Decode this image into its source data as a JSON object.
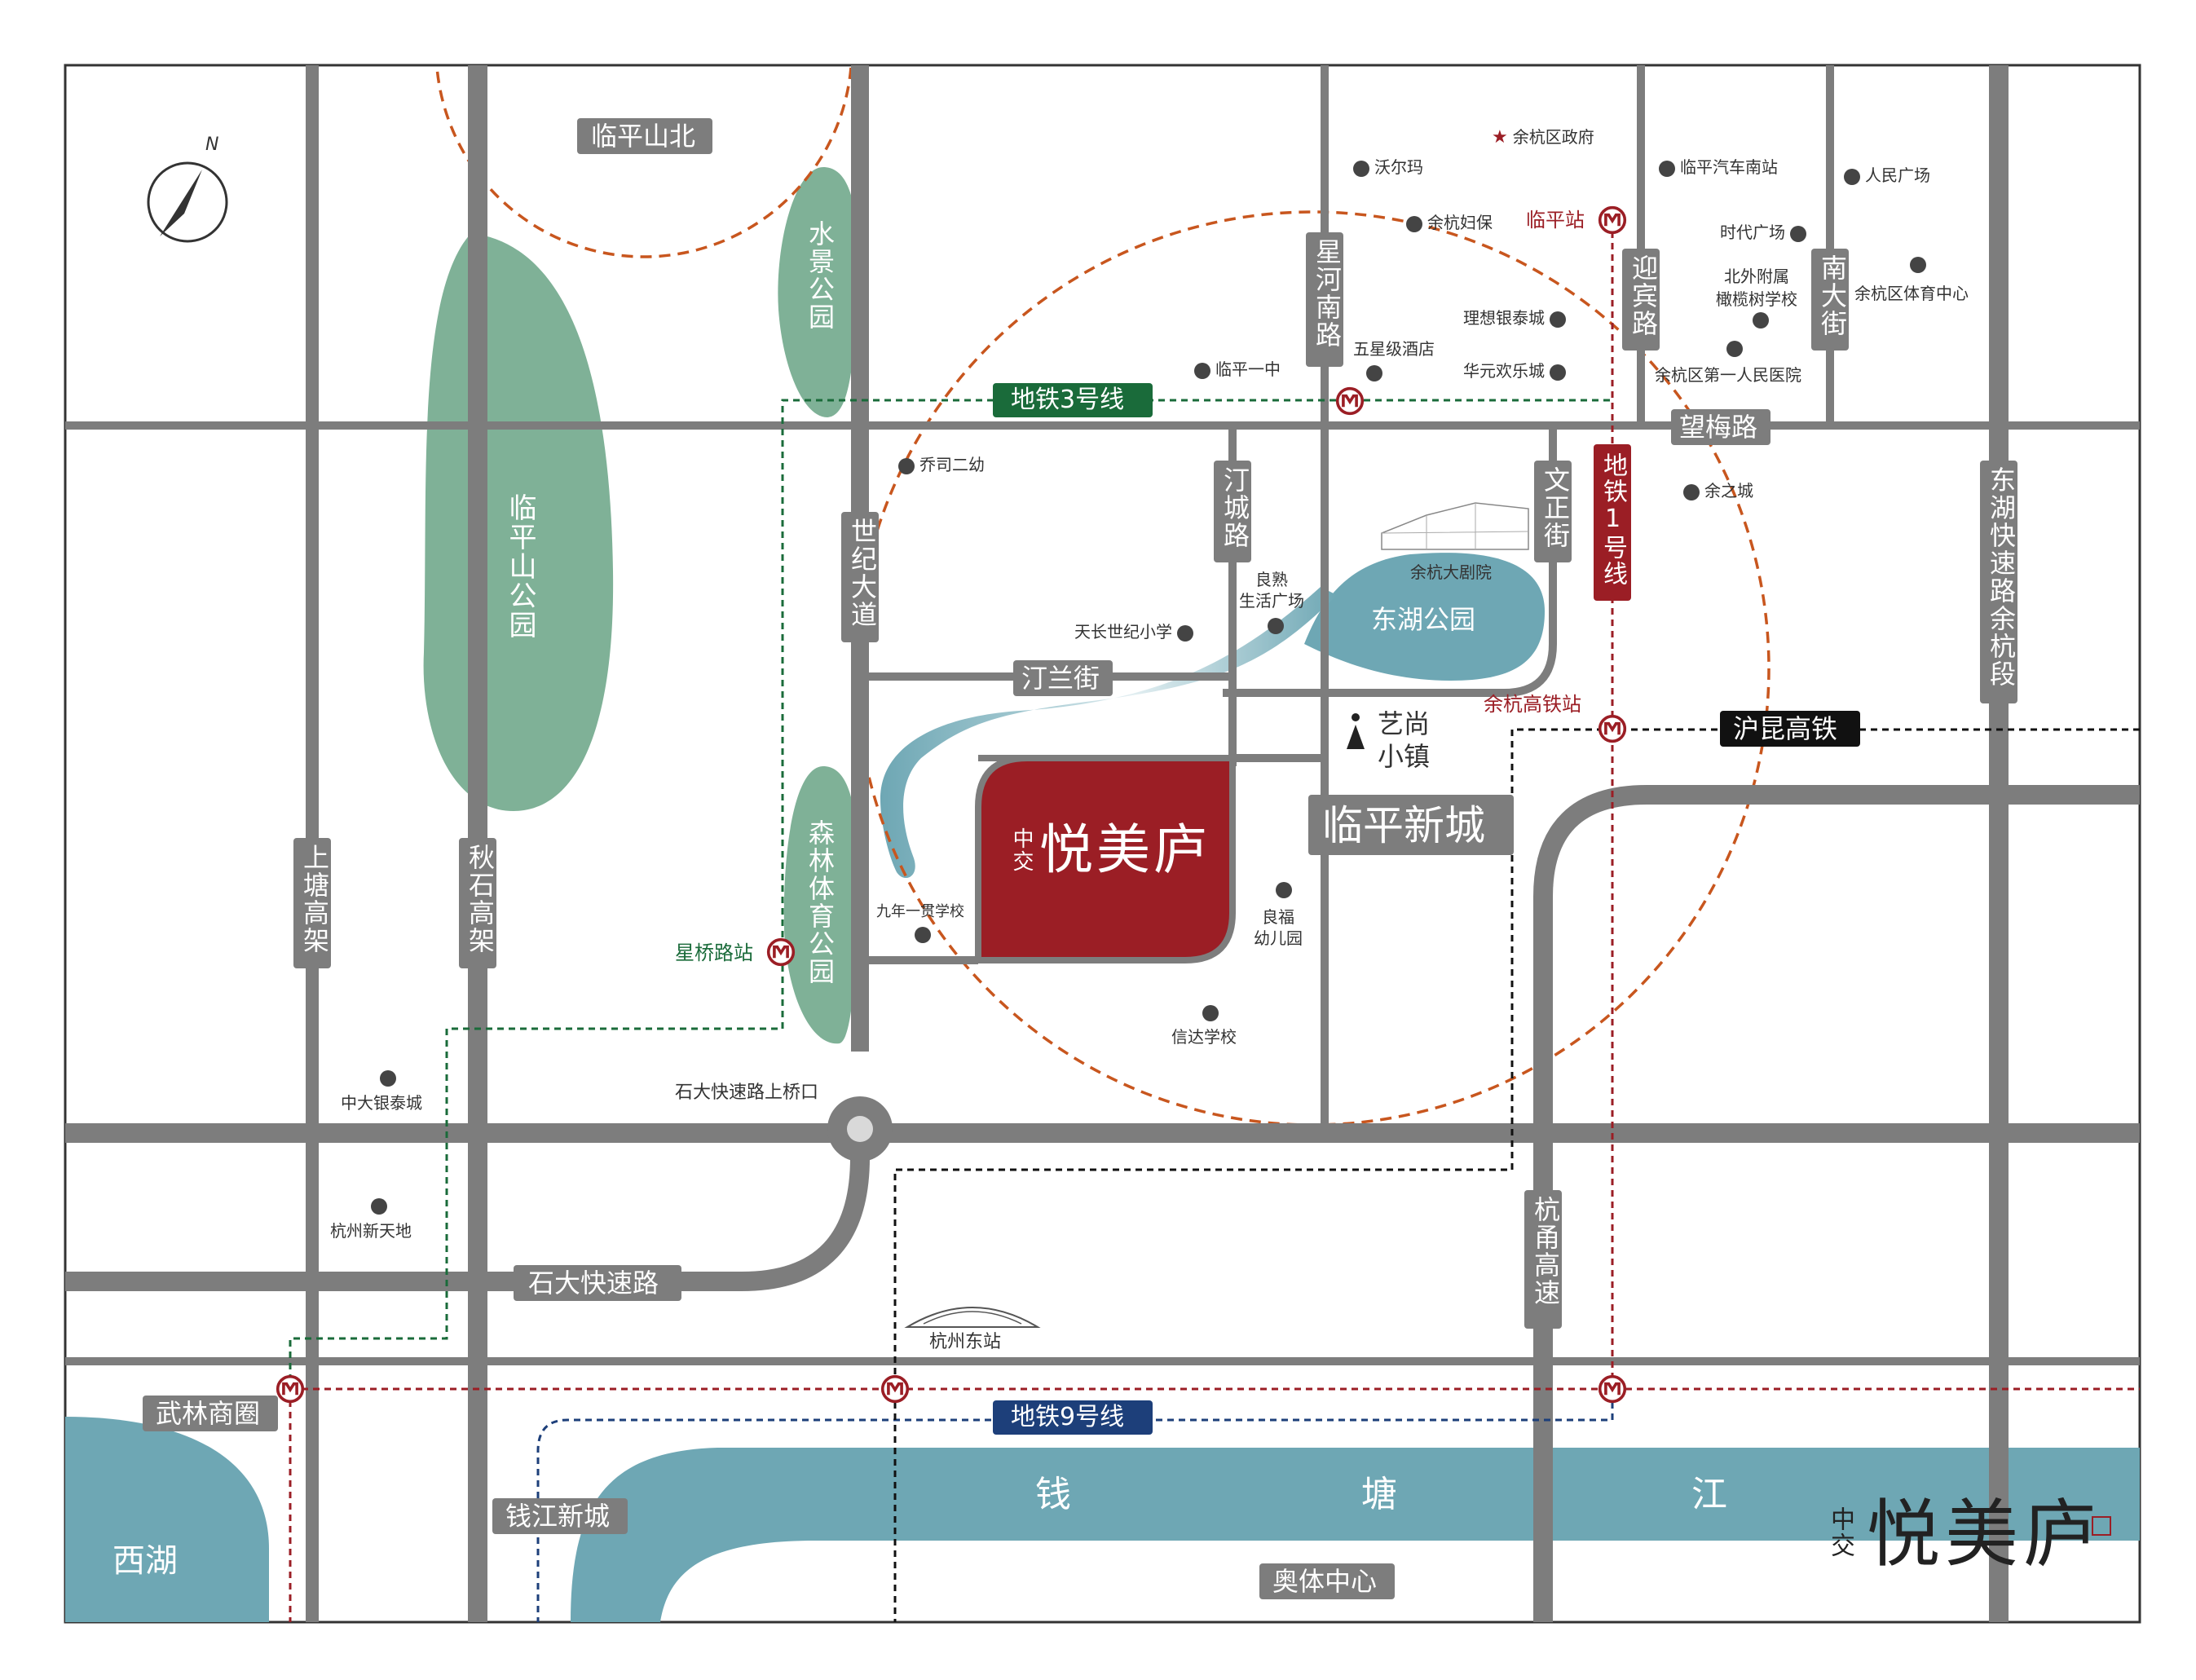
{
  "compass": {
    "north": "N"
  },
  "roads": {
    "shangtang": "上塘高架",
    "qiushi": "秋石高架",
    "shiji": "世纪大道",
    "xinghe": "星河南路",
    "yingbin": "迎宾路",
    "nanda": "南大街",
    "wangmei": "望梅路",
    "tingcheng": "汀城路",
    "wenzheng": "文正街",
    "tinglan": "汀兰街",
    "donghu_express": "东湖快速路余杭段",
    "shida_express": "石大快速路",
    "hangyong": "杭甬高速"
  },
  "areas": {
    "linping_north": "临平山北",
    "shuijing_park": "水景公园",
    "linping_park": "临平山公园",
    "forest_park": "森林体育公园",
    "donghu_park": "东湖公园",
    "linping_newtown": "临平新城",
    "wulin": "武林商圈",
    "qianjiang_newtown": "钱江新城",
    "west_lake": "西湖",
    "olympic_center": "奥体中心",
    "river_chars": [
      "钱",
      "塘",
      "江"
    ]
  },
  "transit": {
    "metro3": "地铁3号线",
    "metro1": "地铁1号线",
    "metro9": "地铁9号线",
    "hukun": "沪昆高铁",
    "linping_station": "临平站",
    "yuhang_hsr": "余杭高铁站",
    "xingqiao_station": "星桥路站",
    "hangzhou_east": "杭州东站",
    "interchange": "石大快速路上桥口"
  },
  "project": {
    "brand": "中交",
    "name": "悦美庐"
  },
  "pois": {
    "yuhang_gov": "余杭区政府",
    "walmart": "沃尔玛",
    "linping_bus": "临平汽车南站",
    "peoples_square": "人民广场",
    "maternity": "余杭妇保",
    "times_square": "时代广场",
    "beiwai_school": [
      "北外附属",
      "橄榄树学校"
    ],
    "sports_center": "余杭区体育中心",
    "lixiang_yintai": "理想银泰城",
    "five_star": "五星级酒店",
    "huayuan": "华元欢乐城",
    "first_hospital": "余杭区第一人民医院",
    "linping_no1": "临平一中",
    "qiaosi_kg": "乔司二幼",
    "yuzhicheng": "余之城",
    "grand_theatre": "余杭大剧院",
    "liangshu_plaza": [
      "良熟",
      "生活广场"
    ],
    "tianchang_school": "天长世纪小学",
    "yishang_town": [
      "艺尚",
      "小镇"
    ],
    "nine_year_school": "九年一贯学校",
    "liangfu_kg": [
      "良福",
      "幼儿园"
    ],
    "xinda_school": "信达学校",
    "zhongda_yintai": "中大银泰城",
    "hz_xintiandi": "杭州新天地"
  },
  "colors": {
    "road": "#7d7d7d",
    "green": "#7fb197",
    "water": "#6ea7b4",
    "brand_red": "#9b1e25",
    "ring": "#c8561e",
    "metro3": "#1a6b3a",
    "metro9": "#1d3f7a",
    "rail": "#111111"
  }
}
